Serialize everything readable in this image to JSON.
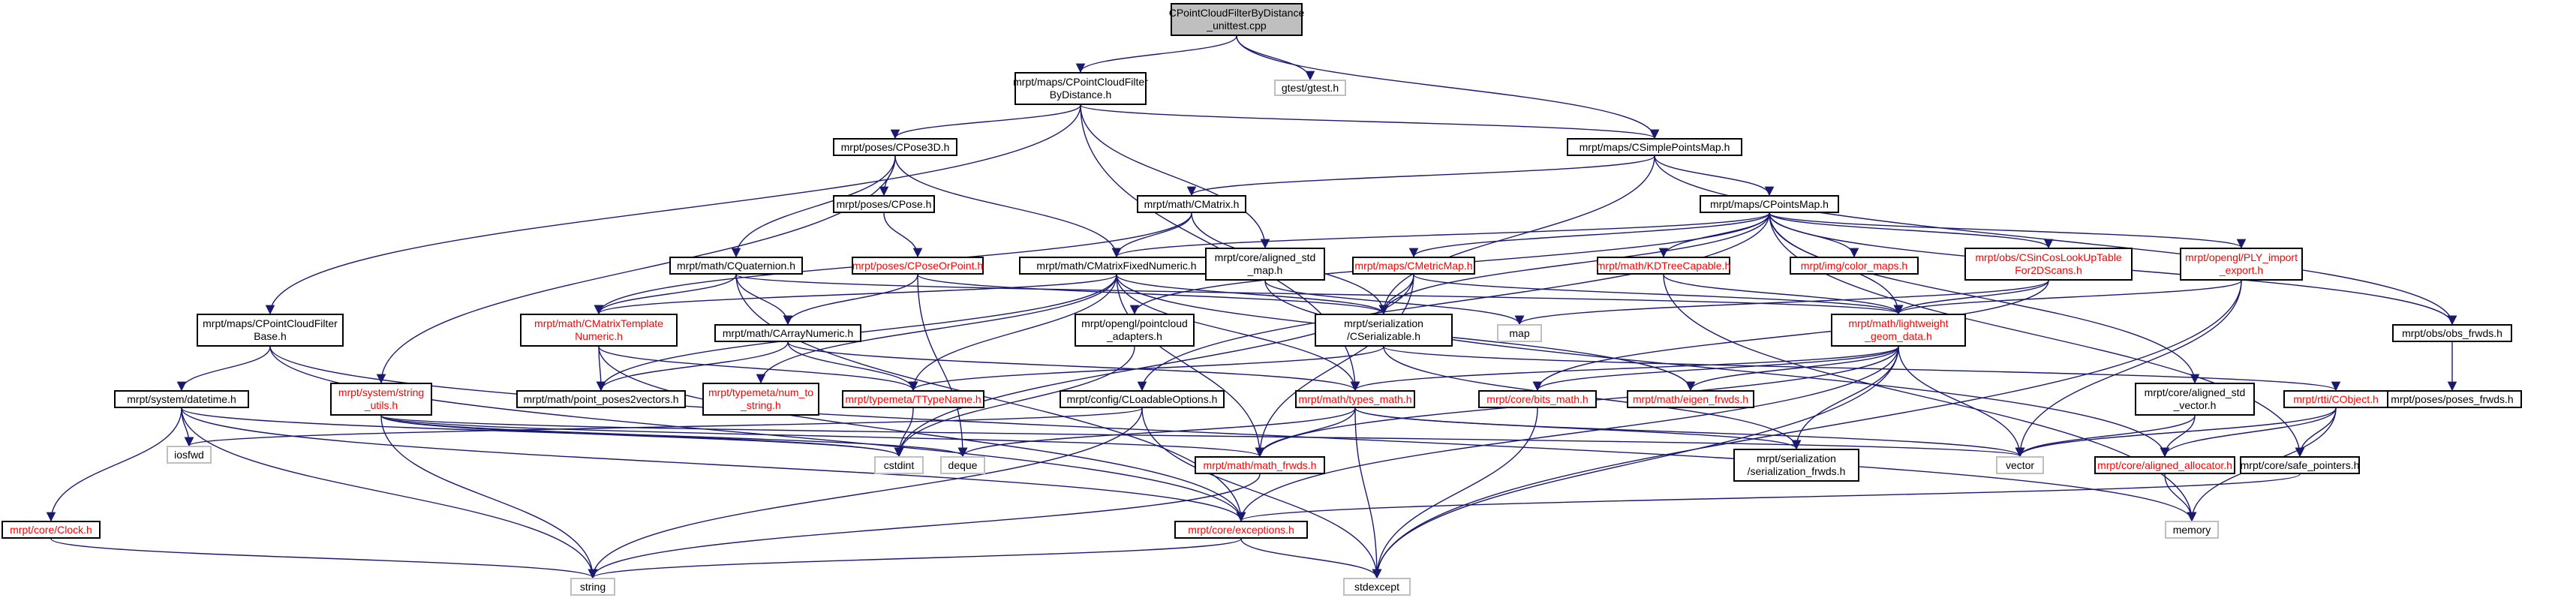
{
  "graph": {
    "colors": {
      "edge": "#191970",
      "text": "#000000",
      "incomplete_text": "#ff0000",
      "root_fill": "#bfbfbf",
      "external_border": "#bfbfbf"
    },
    "nodes": [
      {
        "id": "root",
        "label": "CPointCloudFilterByDistance\n_unittest.cpp",
        "kind": "root"
      },
      {
        "id": "pcfbd",
        "label": "mrpt/maps/CPointCloudFilter\nByDistance.h"
      },
      {
        "id": "gtest",
        "label": "gtest/gtest.h",
        "kind": "ext"
      },
      {
        "id": "cpose3d",
        "label": "mrpt/poses/CPose3D.h"
      },
      {
        "id": "simplepoints",
        "label": "mrpt/maps/CSimplePointsMap.h"
      },
      {
        "id": "cpose",
        "label": "mrpt/poses/CPose.h"
      },
      {
        "id": "cmatrix",
        "label": "mrpt/math/CMatrix.h"
      },
      {
        "id": "pointsmap",
        "label": "mrpt/maps/CPointsMap.h"
      },
      {
        "id": "cquat",
        "label": "mrpt/math/CQuaternion.h"
      },
      {
        "id": "poseorpoint",
        "label": "mrpt/poses/CPoseOrPoint.h",
        "kind": "red"
      },
      {
        "id": "fixednum",
        "label": "mrpt/math/CMatrixFixedNumeric.h"
      },
      {
        "id": "metricmap",
        "label": "mrpt/maps/CMetricMap.h",
        "kind": "red"
      },
      {
        "id": "kdtree",
        "label": "mrpt/math/KDTreeCapable.h",
        "kind": "red"
      },
      {
        "id": "colormaps",
        "label": "mrpt/img/color_maps.h",
        "kind": "red"
      },
      {
        "id": "sincos",
        "label": "mrpt/obs/CSinCosLookUpTable\nFor2DScans.h",
        "kind": "red"
      },
      {
        "id": "plyimport",
        "label": "mrpt/opengl/PLY_import\n_export.h",
        "kind": "red"
      },
      {
        "id": "alignedmap",
        "label": "mrpt/core/aligned_std\n_map.h"
      },
      {
        "id": "obsfrwds",
        "label": "mrpt/obs/obs_frwds.h"
      },
      {
        "id": "posesfrwds",
        "label": "mrpt/poses/poses_frwds.h"
      },
      {
        "id": "pcfbase",
        "label": "mrpt/maps/CPointCloudFilter\nBase.h"
      },
      {
        "id": "templnum",
        "label": "mrpt/math/CMatrixTemplate\nNumeric.h",
        "kind": "red"
      },
      {
        "id": "arraynum",
        "label": "mrpt/math/CArrayNumeric.h"
      },
      {
        "id": "pcladapt",
        "label": "mrpt/opengl/pointcloud\n_adapters.h"
      },
      {
        "id": "serializable",
        "label": "mrpt/serialization\n/CSerializable.h"
      },
      {
        "id": "map",
        "label": "map",
        "kind": "ext"
      },
      {
        "id": "lwgeom",
        "label": "mrpt/math/lightweight\n_geom_data.h",
        "kind": "red"
      },
      {
        "id": "datetime",
        "label": "mrpt/system/datetime.h"
      },
      {
        "id": "stringutils",
        "label": "mrpt/system/string\n_utils.h",
        "kind": "red"
      },
      {
        "id": "pp2v",
        "label": "mrpt/math/point_poses2vectors.h"
      },
      {
        "id": "numtostr",
        "label": "mrpt/typemeta/num_to\n_string.h",
        "kind": "red"
      },
      {
        "id": "ttypename",
        "label": "mrpt/typemeta/TTypeName.h",
        "kind": "red"
      },
      {
        "id": "loadable",
        "label": "mrpt/config/CLoadableOptions.h"
      },
      {
        "id": "typesmath",
        "label": "mrpt/math/types_math.h",
        "kind": "red"
      },
      {
        "id": "bitsmath",
        "label": "mrpt/core/bits_math.h",
        "kind": "red"
      },
      {
        "id": "eigenfrwds",
        "label": "mrpt/math/eigen_frwds.h",
        "kind": "red"
      },
      {
        "id": "alignedvec",
        "label": "mrpt/core/aligned_std\n_vector.h"
      },
      {
        "id": "cobject",
        "label": "mrpt/rtti/CObject.h",
        "kind": "red"
      },
      {
        "id": "iosfwd",
        "label": "iosfwd",
        "kind": "ext"
      },
      {
        "id": "cstdint",
        "label": "cstdint",
        "kind": "ext"
      },
      {
        "id": "deque",
        "label": "deque",
        "kind": "ext"
      },
      {
        "id": "mathfrwds",
        "label": "mrpt/math/math_frwds.h",
        "kind": "red"
      },
      {
        "id": "serfrwds",
        "label": "mrpt/serialization\n/serialization_frwds.h"
      },
      {
        "id": "vector",
        "label": "vector",
        "kind": "ext"
      },
      {
        "id": "alignedalloc",
        "label": "mrpt/core/aligned_allocator.h",
        "kind": "red"
      },
      {
        "id": "safeptr",
        "label": "mrpt/core/safe_pointers.h"
      },
      {
        "id": "clock",
        "label": "mrpt/core/Clock.h",
        "kind": "red"
      },
      {
        "id": "exceptions",
        "label": "mrpt/core/exceptions.h",
        "kind": "red"
      },
      {
        "id": "memory",
        "label": "memory",
        "kind": "ext"
      },
      {
        "id": "string",
        "label": "string",
        "kind": "ext"
      },
      {
        "id": "stdexcept",
        "label": "stdexcept",
        "kind": "ext"
      }
    ],
    "edges": [
      [
        "root",
        "pcfbd"
      ],
      [
        "root",
        "gtest"
      ],
      [
        "root",
        "simplepoints"
      ],
      [
        "pcfbd",
        "cpose3d"
      ],
      [
        "pcfbd",
        "simplepoints"
      ],
      [
        "pcfbd",
        "pcfbase"
      ],
      [
        "pcfbd",
        "alignedmap"
      ],
      [
        "pcfbd",
        "typesmath"
      ],
      [
        "cpose3d",
        "cpose"
      ],
      [
        "cpose3d",
        "cquat"
      ],
      [
        "cpose3d",
        "fixednum"
      ],
      [
        "cpose3d",
        "stringutils"
      ],
      [
        "cpose",
        "poseorpoint"
      ],
      [
        "simplepoints",
        "pointsmap"
      ],
      [
        "simplepoints",
        "obsfrwds"
      ],
      [
        "simplepoints",
        "cmatrix"
      ],
      [
        "simplepoints",
        "serializable"
      ],
      [
        "cmatrix",
        "templnum"
      ],
      [
        "cmatrix",
        "fixednum"
      ],
      [
        "cmatrix",
        "serializable"
      ],
      [
        "pointsmap",
        "fixednum"
      ],
      [
        "pointsmap",
        "metricmap"
      ],
      [
        "pointsmap",
        "kdtree"
      ],
      [
        "pointsmap",
        "colormaps"
      ],
      [
        "pointsmap",
        "sincos"
      ],
      [
        "pointsmap",
        "plyimport"
      ],
      [
        "pointsmap",
        "obsfrwds"
      ],
      [
        "pointsmap",
        "serializable"
      ],
      [
        "pointsmap",
        "lwgeom"
      ],
      [
        "pointsmap",
        "pcladapt"
      ],
      [
        "pointsmap",
        "loadable"
      ],
      [
        "pointsmap",
        "safeptr"
      ],
      [
        "pointsmap",
        "alignedvec"
      ],
      [
        "cquat",
        "templnum"
      ],
      [
        "cquat",
        "arraynum"
      ],
      [
        "cquat",
        "lwgeom"
      ],
      [
        "cquat",
        "exceptions"
      ],
      [
        "poseorpoint",
        "arraynum"
      ],
      [
        "poseorpoint",
        "serializable"
      ],
      [
        "poseorpoint",
        "deque"
      ],
      [
        "fixednum",
        "templnum"
      ],
      [
        "fixednum",
        "serializable"
      ],
      [
        "fixednum",
        "ttypename"
      ],
      [
        "fixednum",
        "pp2v"
      ],
      [
        "fixednum",
        "numtostr"
      ],
      [
        "fixednum",
        "typesmath"
      ],
      [
        "fixednum",
        "mathfrwds"
      ],
      [
        "fixednum",
        "eigenfrwds"
      ],
      [
        "metricmap",
        "serializable"
      ],
      [
        "metricmap",
        "lwgeom"
      ],
      [
        "metricmap",
        "mathfrwds"
      ],
      [
        "metricmap",
        "cstdint"
      ],
      [
        "kdtree",
        "lwgeom"
      ],
      [
        "kdtree",
        "memory"
      ],
      [
        "sincos",
        "map"
      ],
      [
        "sincos",
        "lwgeom"
      ],
      [
        "sincos",
        "bitsmath"
      ],
      [
        "plyimport",
        "lwgeom"
      ],
      [
        "plyimport",
        "vector"
      ],
      [
        "plyimport",
        "stdexcept"
      ],
      [
        "alignedmap",
        "map"
      ],
      [
        "alignedmap",
        "alignedalloc"
      ],
      [
        "obsfrwds",
        "posesfrwds"
      ],
      [
        "pcfbase",
        "datetime"
      ],
      [
        "pcfbase",
        "exceptions"
      ],
      [
        "pcfbase",
        "memory"
      ],
      [
        "templnum",
        "pp2v"
      ],
      [
        "templnum",
        "ttypename"
      ],
      [
        "templnum",
        "exceptions"
      ],
      [
        "arraynum",
        "pp2v"
      ],
      [
        "arraynum",
        "ttypename"
      ],
      [
        "arraynum",
        "typesmath"
      ],
      [
        "pcladapt",
        "cstdint"
      ],
      [
        "serializable",
        "cobject"
      ],
      [
        "serializable",
        "serfrwds"
      ],
      [
        "serializable",
        "ttypename"
      ],
      [
        "lwgeom",
        "typesmath"
      ],
      [
        "lwgeom",
        "bitsmath"
      ],
      [
        "lwgeom",
        "eigenfrwds"
      ],
      [
        "lwgeom",
        "vector"
      ],
      [
        "lwgeom",
        "serfrwds"
      ],
      [
        "lwgeom",
        "exceptions"
      ],
      [
        "lwgeom",
        "stdexcept"
      ],
      [
        "lwgeom",
        "mathfrwds"
      ],
      [
        "datetime",
        "iosfwd"
      ],
      [
        "datetime",
        "cstdint"
      ],
      [
        "datetime",
        "clock"
      ],
      [
        "datetime",
        "exceptions"
      ],
      [
        "datetime",
        "string"
      ],
      [
        "stringutils",
        "cstdint"
      ],
      [
        "stringutils",
        "deque"
      ],
      [
        "stringutils",
        "vector"
      ],
      [
        "stringutils",
        "string"
      ],
      [
        "stringutils",
        "mathfrwds"
      ],
      [
        "ttypename",
        "cstdint"
      ],
      [
        "loadable",
        "iosfwd"
      ],
      [
        "loadable",
        "string"
      ],
      [
        "loadable",
        "stdexcept"
      ],
      [
        "typesmath",
        "vector"
      ],
      [
        "typesmath",
        "mathfrwds"
      ],
      [
        "typesmath",
        "serfrwds"
      ],
      [
        "typesmath",
        "stdexcept"
      ],
      [
        "typesmath",
        "deque"
      ],
      [
        "bitsmath",
        "stdexcept"
      ],
      [
        "alignedvec",
        "vector"
      ],
      [
        "alignedvec",
        "alignedalloc"
      ],
      [
        "cobject",
        "vector"
      ],
      [
        "cobject",
        "alignedalloc"
      ],
      [
        "cobject",
        "safeptr"
      ],
      [
        "cobject",
        "memory"
      ],
      [
        "mathfrwds",
        "string"
      ],
      [
        "alignedalloc",
        "memory"
      ],
      [
        "safeptr",
        "exceptions"
      ],
      [
        "clock",
        "string"
      ],
      [
        "exceptions",
        "string"
      ],
      [
        "exceptions",
        "stdexcept"
      ]
    ]
  }
}
